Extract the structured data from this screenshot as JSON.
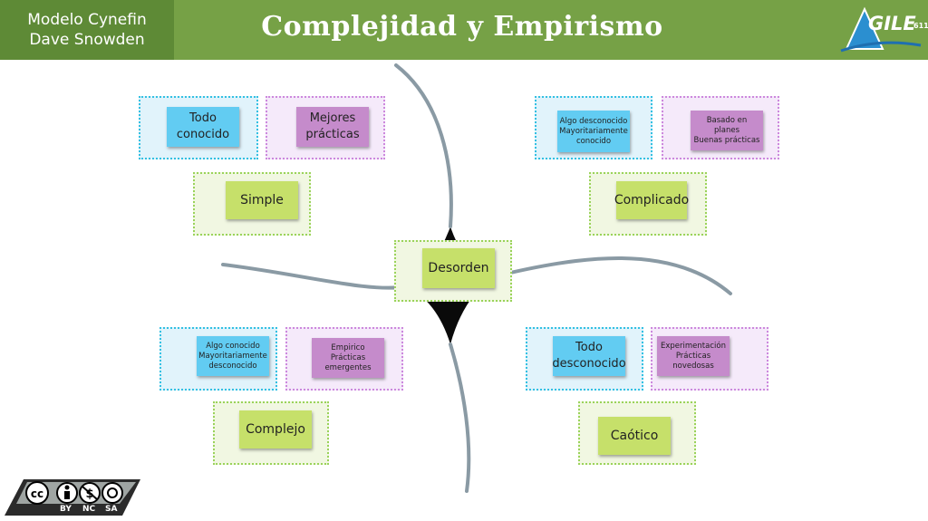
{
  "header": {
    "model_line1": "Modelo Cynefin",
    "model_line2": "Dave Snowden",
    "title": "Complejidad y Empirismo",
    "logo_text": "GILE",
    "logo_suffix": "611"
  },
  "simple": {
    "note1": "Todo\nconocido",
    "note2": "Mejores\nprácticas",
    "label": "Simple"
  },
  "complicated": {
    "note1": "Algo desconocido\nMayoritariamente\nconocido",
    "note2": "Basado en\nplanes\nBuenas prácticas",
    "label": "Complicado"
  },
  "disorder": {
    "label": "Desorden"
  },
  "complex": {
    "note1": "Algo conocido\nMayoritariamente\ndesconocido",
    "note2": "Empirico\nPrácticas\nemergentes",
    "label": "Complejo"
  },
  "chaotic": {
    "note1": "Todo\ndesconocido",
    "note2": "Experimentación\nPrácticas\nnovedosas",
    "label": "Caótico"
  },
  "license": {
    "by": "BY",
    "nc": "NC",
    "sa": "SA"
  },
  "colors": {
    "header_green": "#76a146",
    "header_dark": "#5e8a36",
    "note_blue": "#62ccf2",
    "note_purple": "#c58bcb",
    "note_green": "#c6e06a"
  }
}
